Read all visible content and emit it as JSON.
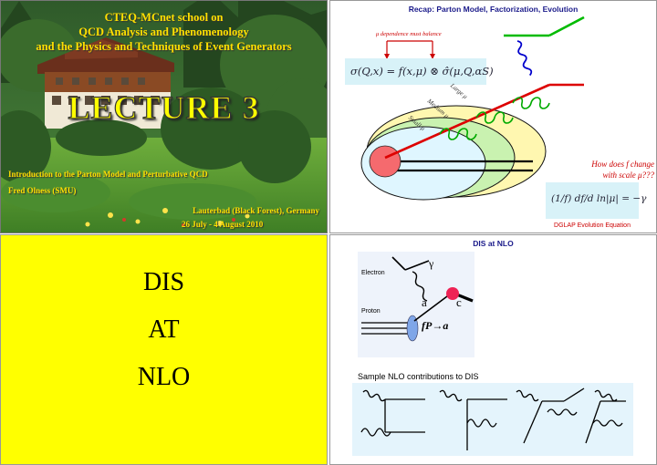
{
  "slide1": {
    "school_line1": "CTEQ-MCnet school on",
    "school_line2": "QCD Analysis and Phenomenology",
    "school_line3": "and the Physics and Techniques of Event Generators",
    "lecture_title": "LECTURE 3",
    "subtitle": "Introduction to the Parton Model and Perturbative QCD",
    "author": "Fred Olness (SMU)",
    "location": "Lauterbad (Black Forest), Germany",
    "dates": "26 July - 4 August 2010"
  },
  "slide2": {
    "title": "Recap:   Parton Model,   Factorization,   Evolution",
    "mu_note": "μ dependence must balance",
    "formula": "σ(Q,x) = f(x,μ) ⊗ σ̂(μ,Q,αS)",
    "label_large": "Large μ",
    "label_medium": "Medium μ",
    "label_small": "Small μ",
    "question_line1": "How does f change",
    "question_line2": "with scale μ???",
    "dglap_formula": "(1/f) df/d ln|μ| = −γ",
    "dglap_caption": "DGLAP Evolution Equation"
  },
  "slide3": {
    "word1": "DIS",
    "word2": "AT",
    "word3": "NLO"
  },
  "slide4": {
    "title": "DIS at NLO",
    "gamma": "γ",
    "electron": "Electron",
    "proton": "Proton",
    "parton_a": "a",
    "parton_c": "c",
    "pdf_label": "fP→a",
    "sample_caption": "Sample NLO contributions to DIS"
  },
  "colors": {
    "slide1_text": "#ffe000",
    "slide3_bg": "#ffff00",
    "title_blue": "#1a1a8a",
    "red_note": "#cc0000",
    "gluon_blue": "#0000cc",
    "line_red": "#dd0000",
    "line_green": "#00bb00"
  }
}
